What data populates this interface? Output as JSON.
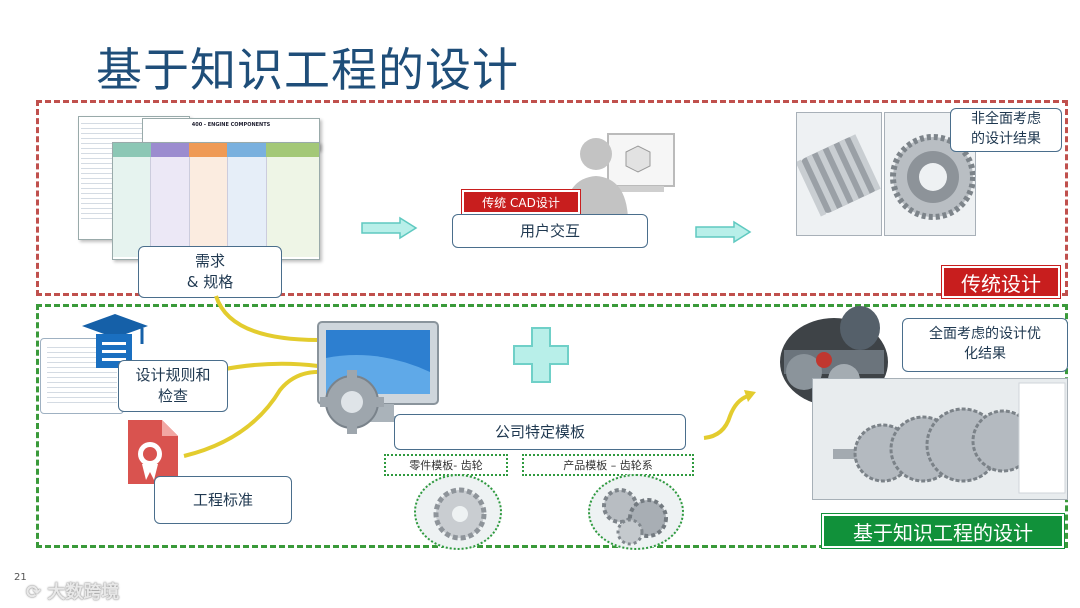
{
  "title": "基于知识工程的设计",
  "traditional": {
    "requirements_label": "需求\n& 规格",
    "cad_tag": "传统 CAD设计",
    "interaction_label": "用户交互",
    "result_label": "非全面考虑\n的设计结果",
    "section_tag": "传统设计",
    "sheet_title": "400 - ENGINE COMPONENTS"
  },
  "knowledge": {
    "rules_label": "设计规则和\n检查",
    "standards_label": "工程标准",
    "template_label": "公司特定模板",
    "part_template_label": "零件模板- 齿轮",
    "product_template_label": "产品模板 – 齿轮系",
    "result_label": "全面考虑的设计优\n化结果",
    "section_tag": "基于知识工程的设计"
  },
  "footer": {
    "page_number": "21",
    "watermark": "大数跨境"
  },
  "colors": {
    "title": "#1f4e79",
    "red_frame": "#c0504d",
    "green_frame": "#3a9a3a",
    "red_tag": "#c81e1e",
    "green_tag": "#11913a",
    "arrow_teal": "#7fdcd6",
    "connector_yellow": "#e3cc2e"
  }
}
